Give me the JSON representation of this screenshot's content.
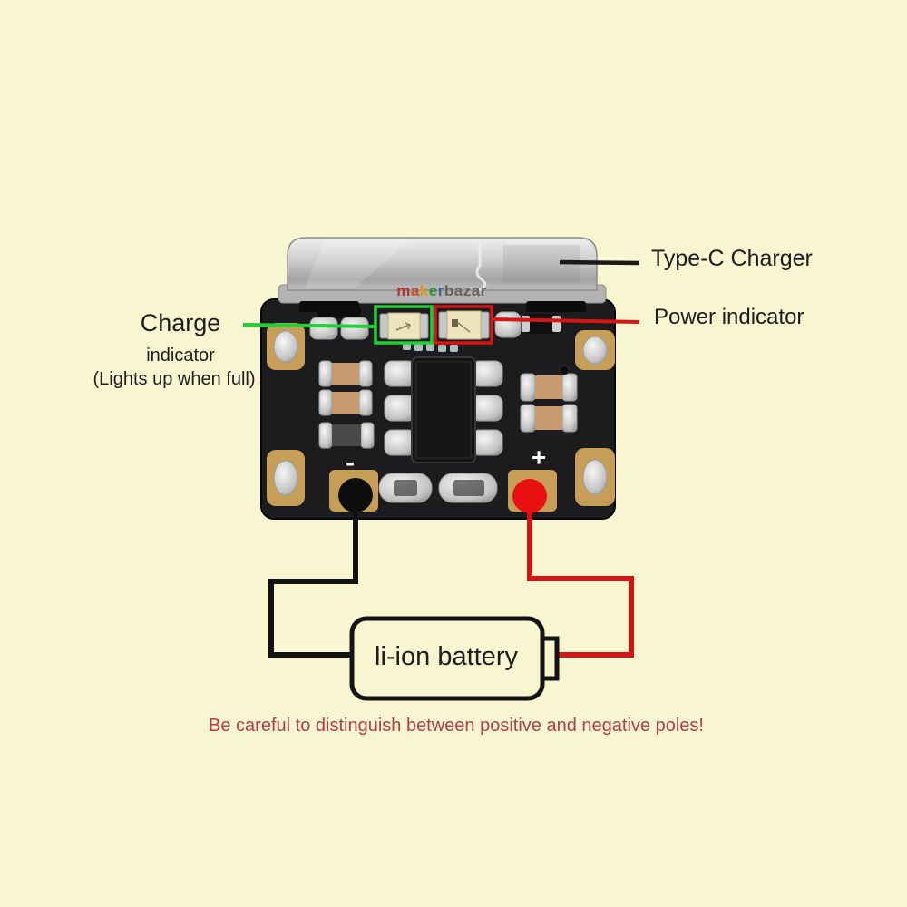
{
  "page": {
    "background_color": "#f8f5d1"
  },
  "watermark": {
    "brand_part1_letters": [
      "m",
      "a",
      "k",
      "e",
      "r"
    ],
    "brand_part2": "bazar"
  },
  "board": {
    "silkscreen_minus": "-",
    "silkscreen_plus": "+"
  },
  "annotations": {
    "type_c": {
      "label": "Type-C Charger",
      "line_color": "#1a1a1a"
    },
    "power": {
      "label": "Power indicator",
      "color": "#d81414"
    },
    "charge": {
      "title": "Charge",
      "subtitle": "indicator",
      "note": "(Lights up when full)",
      "color": "#1fd039"
    }
  },
  "battery": {
    "label": "li-ion battery",
    "negative_wire_color": "#121212",
    "positive_wire_color": "#d41414"
  },
  "warning": {
    "text": "Be careful to distinguish between positive and negative poles!",
    "color": "#b23f48"
  }
}
